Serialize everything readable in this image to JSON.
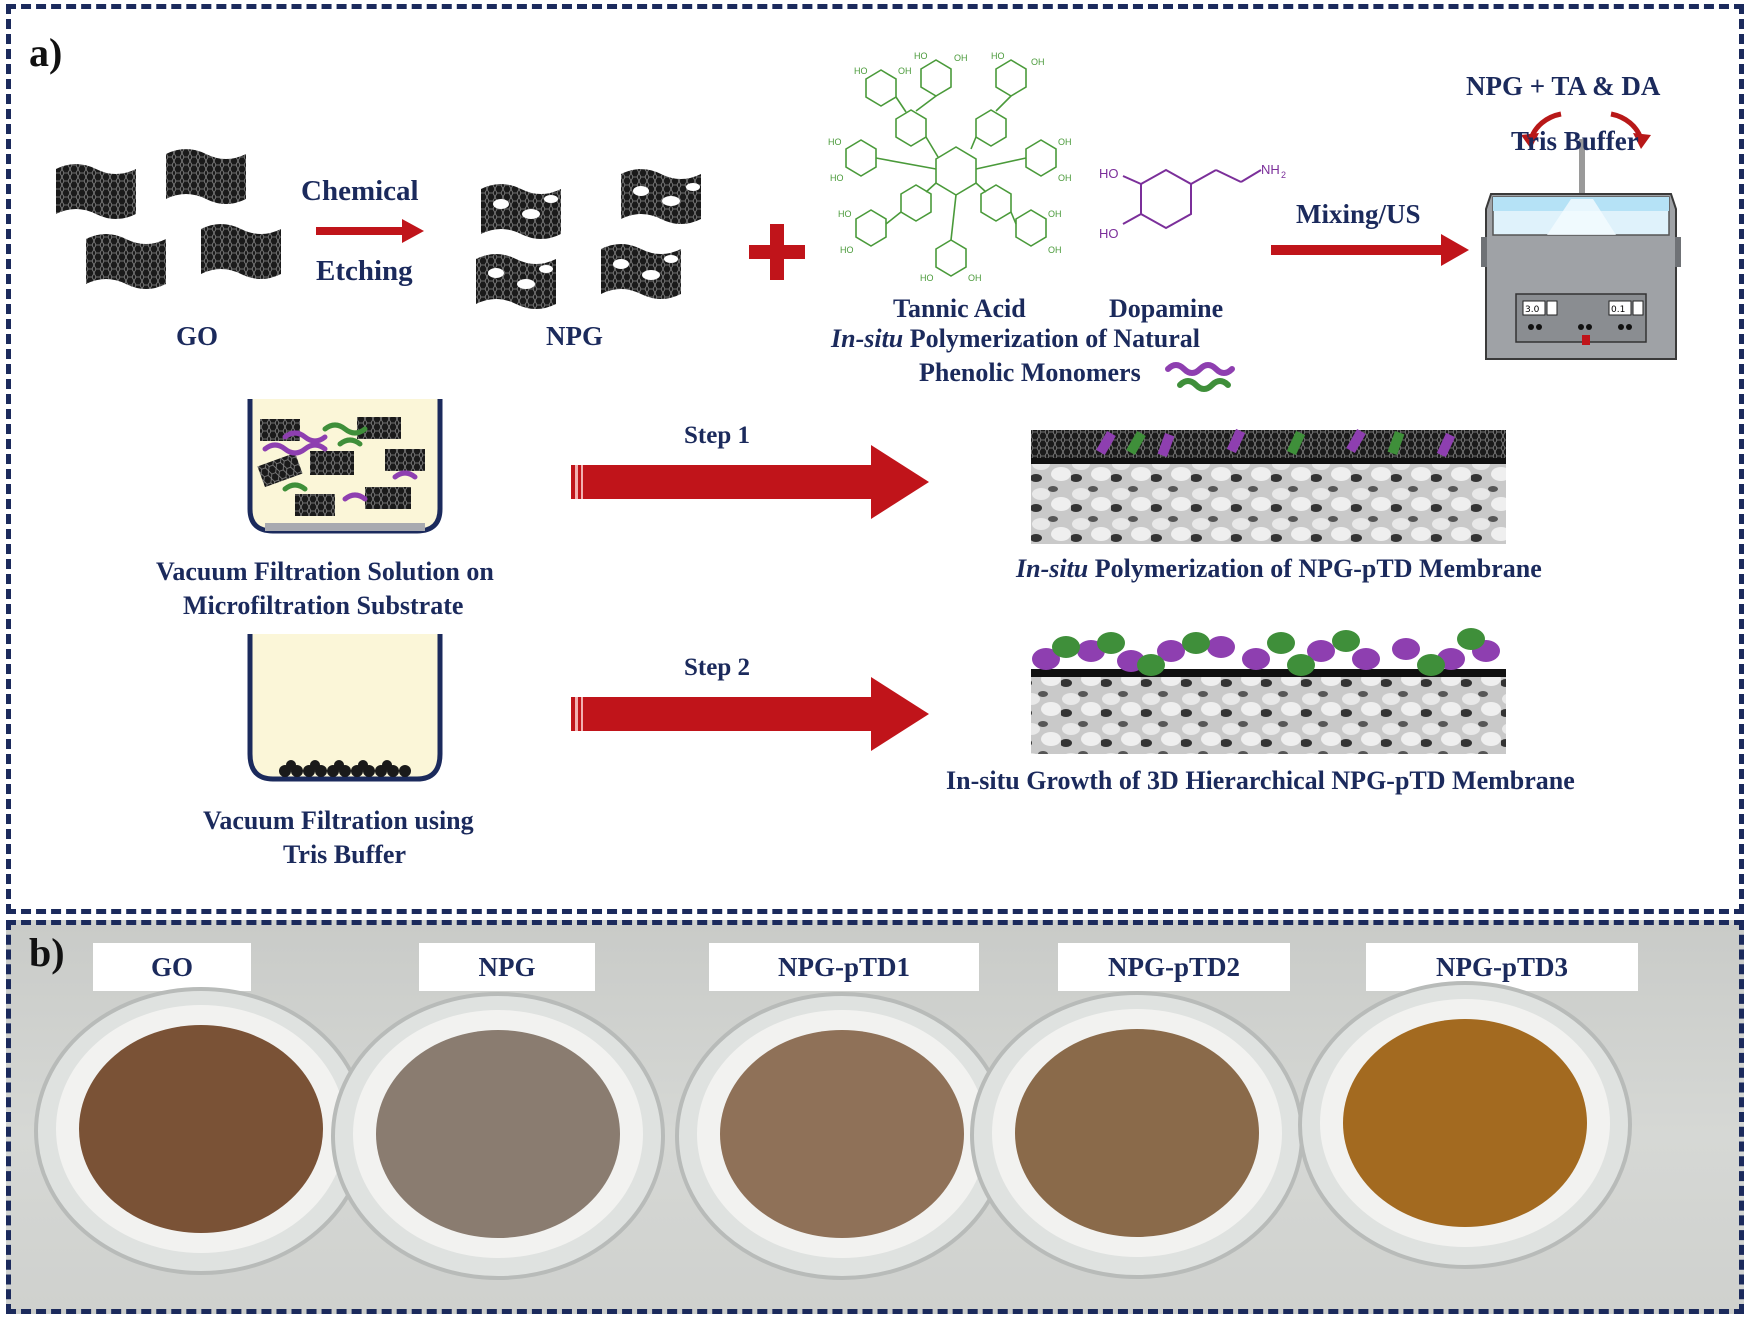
{
  "panel_a": {
    "tag": "a)",
    "go_label": "GO",
    "npg_label": "NPG",
    "chemical_label": "Chemical",
    "etching_label": "Etching",
    "tannic_acid_label": "Tannic Acid",
    "dopamine_label": "Dopamine",
    "in_situ_prefix": "In-situ",
    "polymerization_line1_rest": " Polymerization of Natural",
    "polymerization_line2": "Phenolic Monomers",
    "mixing_label": "Mixing/US",
    "npg_ta_da_label": "NPG + TA & DA",
    "tris_buffer_label": "Tris Buffer",
    "dopamine_nh2": "NH",
    "dopamine_nh2_sub": "2",
    "dopamine_ho1": "HO",
    "dopamine_ho2": "HO",
    "step1_label": "Step 1",
    "step2_label": "Step 2",
    "vacuum1_line1": "Vacuum Filtration Solution on",
    "vacuum1_line2": "Microfiltration Substrate",
    "vacuum2_line1": "Vacuum Filtration using",
    "vacuum2_line2": "Tris Buffer",
    "membrane1_prefix": "In-situ",
    "membrane1_rest": " Polymerization of NPG-pTD Membrane",
    "membrane2_label": "In-situ Growth of 3D Hierarchical NPG-pTD Membrane",
    "display_left": "3.0",
    "display_right": "0.1"
  },
  "panel_b": {
    "tag": "b)",
    "samples": [
      {
        "label": "GO",
        "color": "#7a5236"
      },
      {
        "label": "NPG",
        "color": "#8a7c70"
      },
      {
        "label": "NPG-pTD1",
        "color": "#8f7158"
      },
      {
        "label": "NPG-pTD2",
        "color": "#8a6a4a"
      },
      {
        "label": "NPG-pTD3",
        "color": "#a36a20"
      }
    ]
  },
  "colors": {
    "arrow_red": "#c0141a",
    "navy": "#1b2a5c",
    "tannic_green": "#4a9a3a",
    "dopamine_purple": "#7b2f9a",
    "bead_purple": "#8e3fb0",
    "bead_green": "#3f8f3a"
  }
}
